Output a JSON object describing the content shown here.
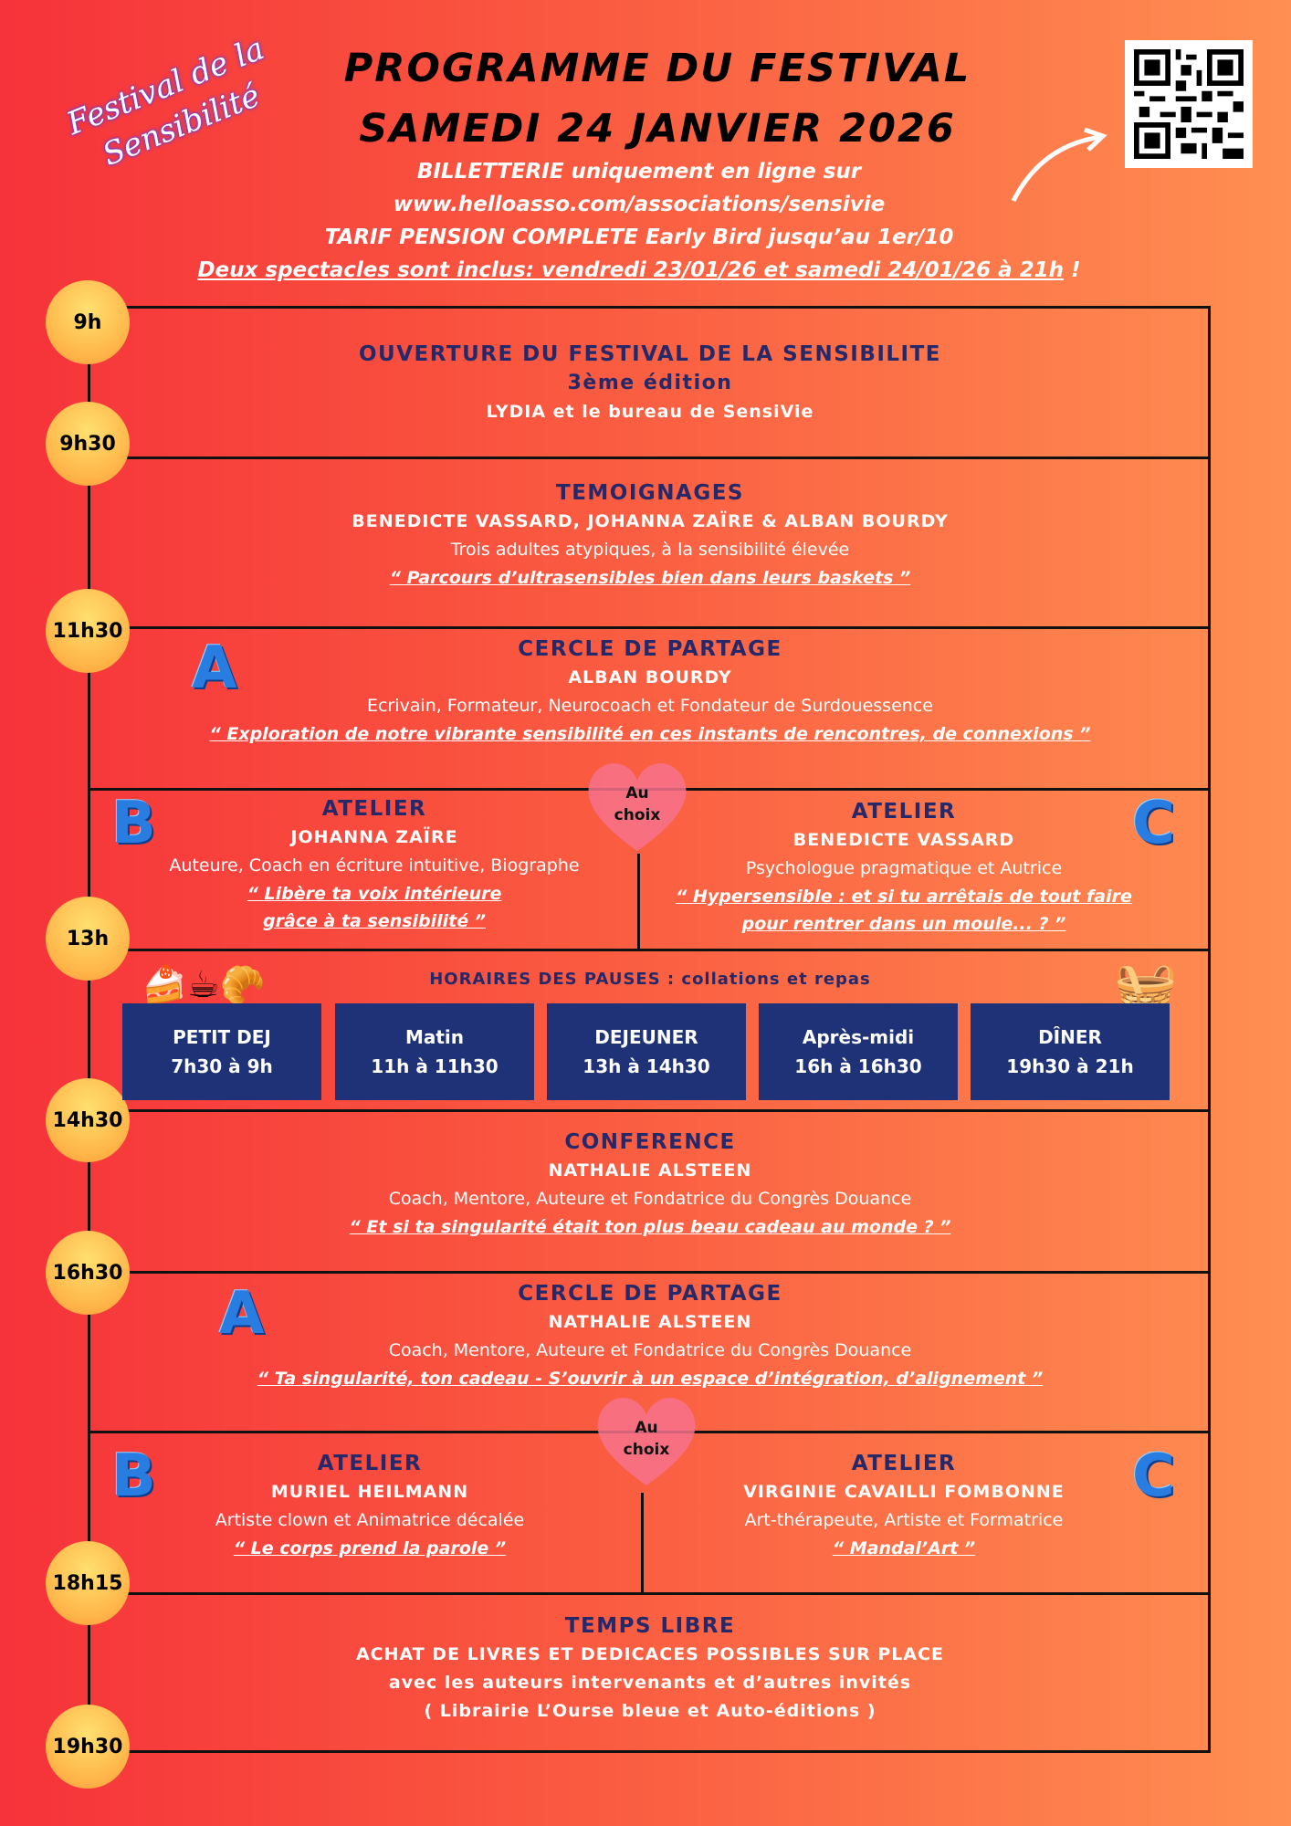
{
  "logo": "Festival de la Sensibilité",
  "header": {
    "title": "PROGRAMME DU FESTIVAL",
    "date": "SAMEDI 24 JANVIER 2026",
    "ticket_line": "BILLETTERIE uniquement en ligne sur",
    "url": "www.helloasso.com/associations/sensivie",
    "tarif": "TARIF PENSION COMPLETE Early Bird jusqu’au 1er/10",
    "shows": "Deux spectacles sont inclus: vendredi 23/01/26 et samedi 24/01/26 à 21h",
    "shows_end": " !"
  },
  "times": [
    "9h",
    "9h30",
    "11h30",
    "13h",
    "14h30",
    "16h30",
    "18h15",
    "19h30"
  ],
  "s1": {
    "title": "OUVERTURE DU FESTIVAL DE LA SENSIBILITE",
    "edition": "3ème édition",
    "by": "LYDIA et le bureau de SensiVie"
  },
  "s2": {
    "title": "TEMOIGNAGES",
    "names": "BENEDICTE VASSARD, JOHANNA ZAÏRE & ALBAN BOURDY",
    "desc": "Trois adultes atypiques, à la sensibilité élevée",
    "quote": "“ Parcours d’ultrasensibles bien dans leurs baskets ”"
  },
  "s3": {
    "letter": "A",
    "title": "CERCLE DE PARTAGE",
    "name": "ALBAN BOURDY",
    "desc": "Ecrivain, Formateur, Neurocoach et Fondateur de Surdouessence",
    "quote": "“ Exploration de notre vibrante sensibilité en ces instants de rencontres, de connexions ”"
  },
  "s4": {
    "choice": [
      "Au",
      "choix"
    ],
    "left": {
      "letter": "B",
      "title": "ATELIER",
      "name": "JOHANNA ZAÏRE",
      "desc": "Auteure, Coach en écriture intuitive, Biographe",
      "quote1": "“ Libère ta voix intérieure",
      "quote2": "grâce à ta sensibilité ”"
    },
    "right": {
      "letter": "C",
      "title": "ATELIER",
      "name": "BENEDICTE VASSARD",
      "desc": "Psychologue pragmatique et Autrice",
      "quote1": "“ Hypersensible : et si tu arrêtais de tout faire",
      "quote2": "pour rentrer dans un moule... ? ”"
    }
  },
  "pauses": {
    "title": "HORAIRES DES PAUSES : collations et repas",
    "items": [
      {
        "label": "PETIT DEJ",
        "time": "7h30 à 9h"
      },
      {
        "label": "Matin",
        "time": "11h à 11h30"
      },
      {
        "label": "DEJEUNER",
        "time": "13h à 14h30"
      },
      {
        "label": "Après-midi",
        "time": "16h à 16h30"
      },
      {
        "label": "DÎNER",
        "time": "19h30 à 21h"
      }
    ]
  },
  "s6": {
    "title": "CONFERENCE",
    "name": "NATHALIE ALSTEEN",
    "desc": "Coach, Mentore, Auteure et Fondatrice du Congrès Douance",
    "quote": "“ Et si ta singularité était ton plus beau cadeau au monde ? ”"
  },
  "s7": {
    "letter": "A",
    "title": "CERCLE DE PARTAGE",
    "name": "NATHALIE ALSTEEN",
    "desc": "Coach, Mentore, Auteure et Fondatrice du Congrès Douance",
    "quote": "“ Ta singularité, ton cadeau - S’ouvrir à un espace d’intégration, d’alignement ”"
  },
  "s8": {
    "choice": [
      "Au",
      "choix"
    ],
    "left": {
      "letter": "B",
      "title": "ATELIER",
      "name": "MURIEL HEILMANN",
      "desc": "Artiste clown et Animatrice décalée",
      "quote": "“ Le corps prend la parole ”"
    },
    "right": {
      "letter": "C",
      "title": "ATELIER",
      "name": "VIRGINIE CAVAILLI FOMBONNE",
      "desc": "Art-thérapeute, Artiste et Formatrice",
      "quote": "“ Mandal’Art ”"
    }
  },
  "s9": {
    "title": "TEMPS LIBRE",
    "line1": "ACHAT DE LIVRES ET DEDICACES POSSIBLES SUR PLACE",
    "line2": "avec les auteurs intervenants et d’autres invités",
    "line3": "( Librairie L’Ourse bleue et Auto-éditions )"
  }
}
